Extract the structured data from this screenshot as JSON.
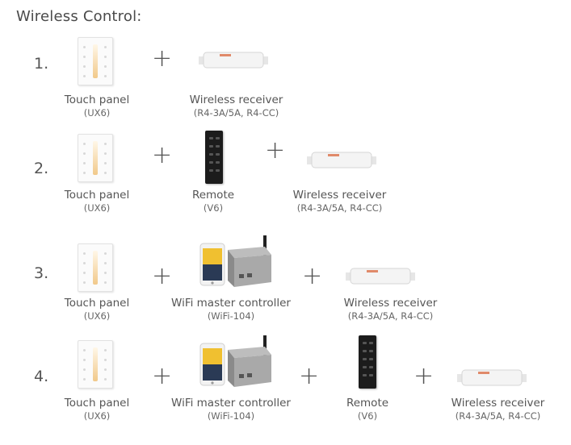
{
  "title": "Wireless Control:",
  "rows": [
    {
      "number": "1.",
      "items": [
        {
          "label": "Touch panel",
          "sub": "(UX6)"
        },
        {
          "label": "Wireless receiver",
          "sub": "(R4-3A/5A, R4-CC)"
        }
      ]
    },
    {
      "number": "2.",
      "items": [
        {
          "label": "Touch panel",
          "sub": "(UX6)"
        },
        {
          "label": "Remote",
          "sub": "(V6)"
        },
        {
          "label": "Wireless receiver",
          "sub": "(R4-3A/5A, R4-CC)"
        }
      ]
    },
    {
      "number": "3.",
      "items": [
        {
          "label": "Touch panel",
          "sub": "(UX6)"
        },
        {
          "label": "WiFi master controller",
          "sub": "(WiFi-104)"
        },
        {
          "label": "Wireless receiver",
          "sub": "(R4-3A/5A, R4-CC)"
        }
      ]
    },
    {
      "number": "4.",
      "items": [
        {
          "label": "Touch panel",
          "sub": "(UX6)"
        },
        {
          "label": "WiFi master controller",
          "sub": "(WiFi-104)"
        },
        {
          "label": "Remote",
          "sub": "(V6)"
        },
        {
          "label": "Wireless receiver",
          "sub": "(R4-3A/5A, R4-CC)"
        }
      ]
    }
  ],
  "plus_symbol": "+"
}
